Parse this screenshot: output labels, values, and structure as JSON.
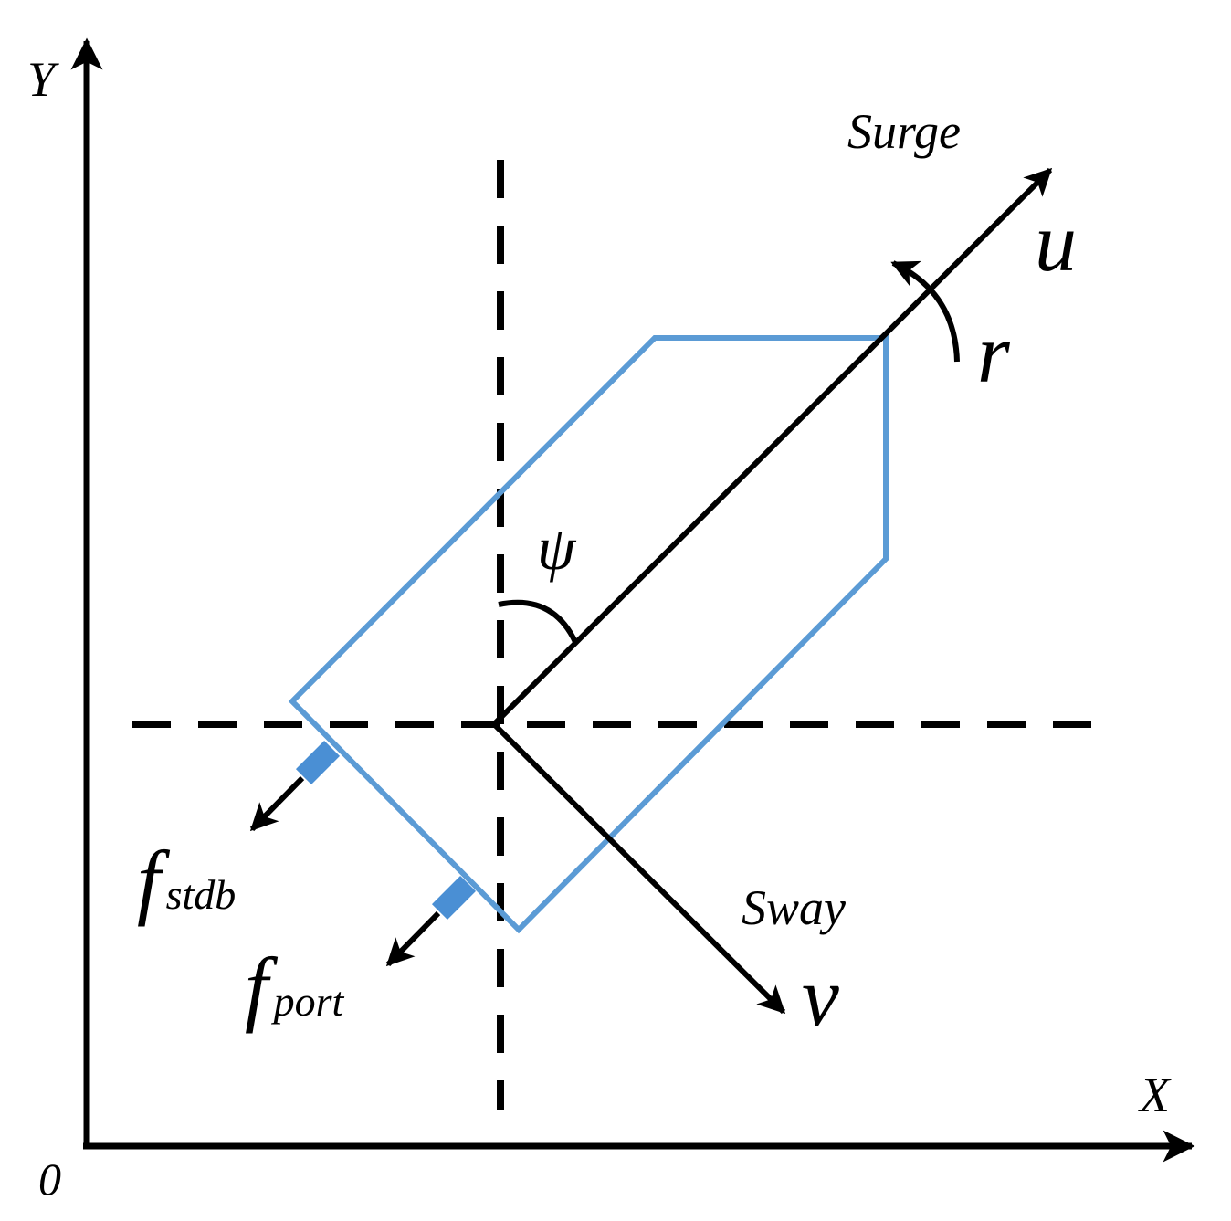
{
  "labels": {
    "y_axis": "Y",
    "x_axis": "X",
    "origin": "0",
    "surge": "Surge",
    "sway": "Sway",
    "u": "u",
    "v": "v",
    "r": "r",
    "psi": "ψ",
    "f_stdb_base": "f",
    "f_stdb_sub": "stdb",
    "f_port_base": "f",
    "f_port_sub": "port"
  },
  "colors": {
    "axis": "#000000",
    "hull": "#5b9bd5",
    "thruster": "#4a8fd4"
  }
}
